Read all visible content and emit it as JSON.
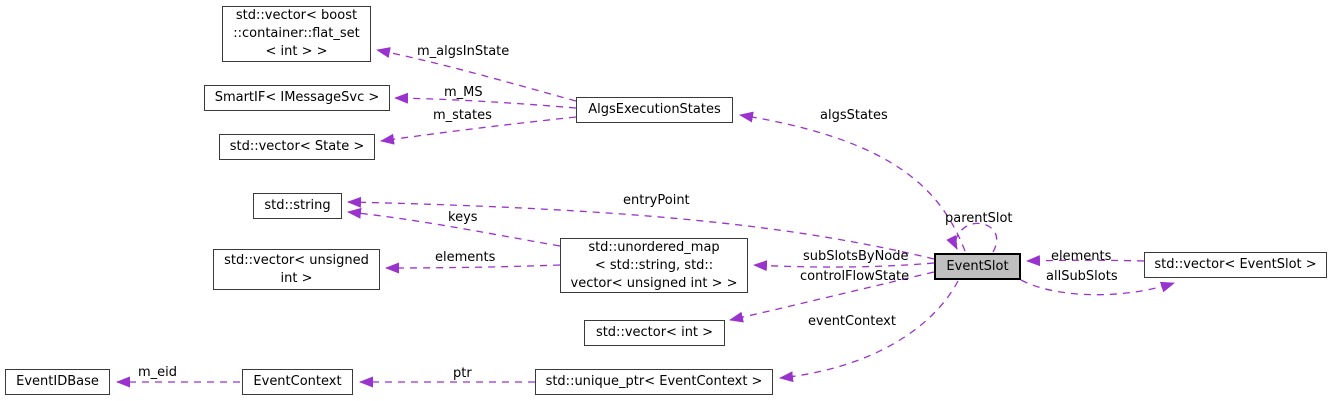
{
  "colors": {
    "edge": "#9a32cd",
    "node_border": "#3a3a3a",
    "highlight_border": "#000000",
    "highlight_fill": "#bfbfbf",
    "text": "#000000",
    "background": "#ffffff"
  },
  "nodes": {
    "flatset": {
      "label": "std::vector< boost\n::container::flat_set\n< int > >"
    },
    "smartif": {
      "label": "SmartIF< IMessageSvc >"
    },
    "vecstate": {
      "label": "std::vector< State >"
    },
    "stdstring": {
      "label": "std::string"
    },
    "vecuint": {
      "label": "std::vector< unsigned\nint >"
    },
    "algsexec": {
      "label": "AlgsExecutionStates"
    },
    "umap": {
      "label": "std::unordered_map\n< std::string, std::\nvector< unsigned int > >"
    },
    "vecint": {
      "label": "std::vector< int >"
    },
    "uniqueptr": {
      "label": "std::unique_ptr< EventContext >"
    },
    "eventcontext": {
      "label": "EventContext"
    },
    "eventidbase": {
      "label": "EventIDBase"
    },
    "eventslot": {
      "label": "EventSlot"
    },
    "veceventslot": {
      "label": "std::vector< EventSlot >"
    }
  },
  "edge_labels": {
    "m_algsInState": "m_algsInState",
    "m_MS": "m_MS",
    "m_states": "m_states",
    "algsStates": "algsStates",
    "entryPoint": "entryPoint",
    "keys": "keys",
    "elements_left": "elements",
    "subSlotsByNode": "subSlotsByNode",
    "controlFlowState": "controlFlowState",
    "parentSlot": "parentSlot",
    "elements_right": "elements",
    "allSubSlots": "allSubSlots",
    "eventContext": "eventContext",
    "m_eid": "m_eid",
    "ptr": "ptr"
  }
}
